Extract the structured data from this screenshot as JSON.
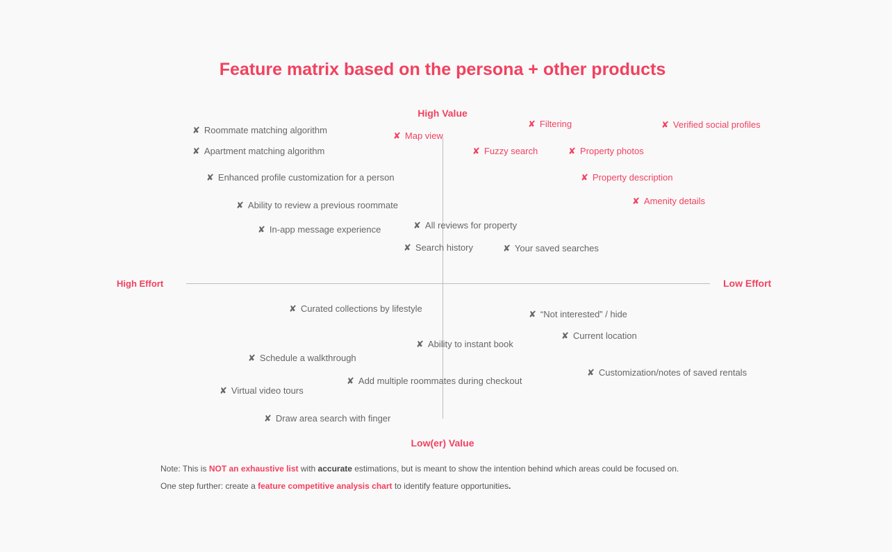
{
  "title": "Feature matrix based on the persona + other products",
  "axes": {
    "top": "High Value",
    "bottom": "Low(er) Value",
    "left": "High Effort",
    "right": "Low Effort"
  },
  "mark_glyph": "✘",
  "colors": {
    "accent": "#f2415e",
    "text_gray": "#666666",
    "axis_line": "#bdbdbd",
    "background": "#f9f9fa"
  },
  "features": {
    "roommate_matching": "Roommate matching algorithm",
    "apartment_matching": "Apartment matching algorithm",
    "enhanced_profile": "Enhanced profile customization for a person",
    "review_roommate": "Ability to review a previous roommate",
    "in_app_message": "In-app message experience",
    "map_view": "Map view",
    "filtering": "Filtering",
    "verified_social": "Verified social profiles",
    "fuzzy_search": "Fuzzy search",
    "property_photos": "Property photos",
    "property_description": "Property description",
    "amenity_details": "Amenity details",
    "all_reviews": "All reviews for property",
    "search_history": "Search history",
    "saved_searches": "Your saved searches",
    "curated_collections": "Curated collections by lifestyle",
    "not_interested": "“Not interested” / hide",
    "current_location": "Current location",
    "instant_book": "Ability to instant book",
    "schedule_walkthrough": "Schedule a walkthrough",
    "customization_notes": "Customization/notes of saved rentals",
    "multiple_roommates": "Add multiple roommates during checkout",
    "virtual_tours": "Virtual video tours",
    "draw_area": "Draw area search with finger"
  },
  "note": {
    "line1_a": "Note: This is ",
    "line1_b": "NOT an exhaustive list",
    "line1_c": " with ",
    "line1_d": "accurate",
    "line1_e": " estimations, but is meant to show the intention behind which areas could be focused on.",
    "line2_a": "One step further: create a ",
    "line2_b": "feature competitive analysis chart",
    "line2_c": " to identify feature opportunities",
    "line2_d": "."
  }
}
